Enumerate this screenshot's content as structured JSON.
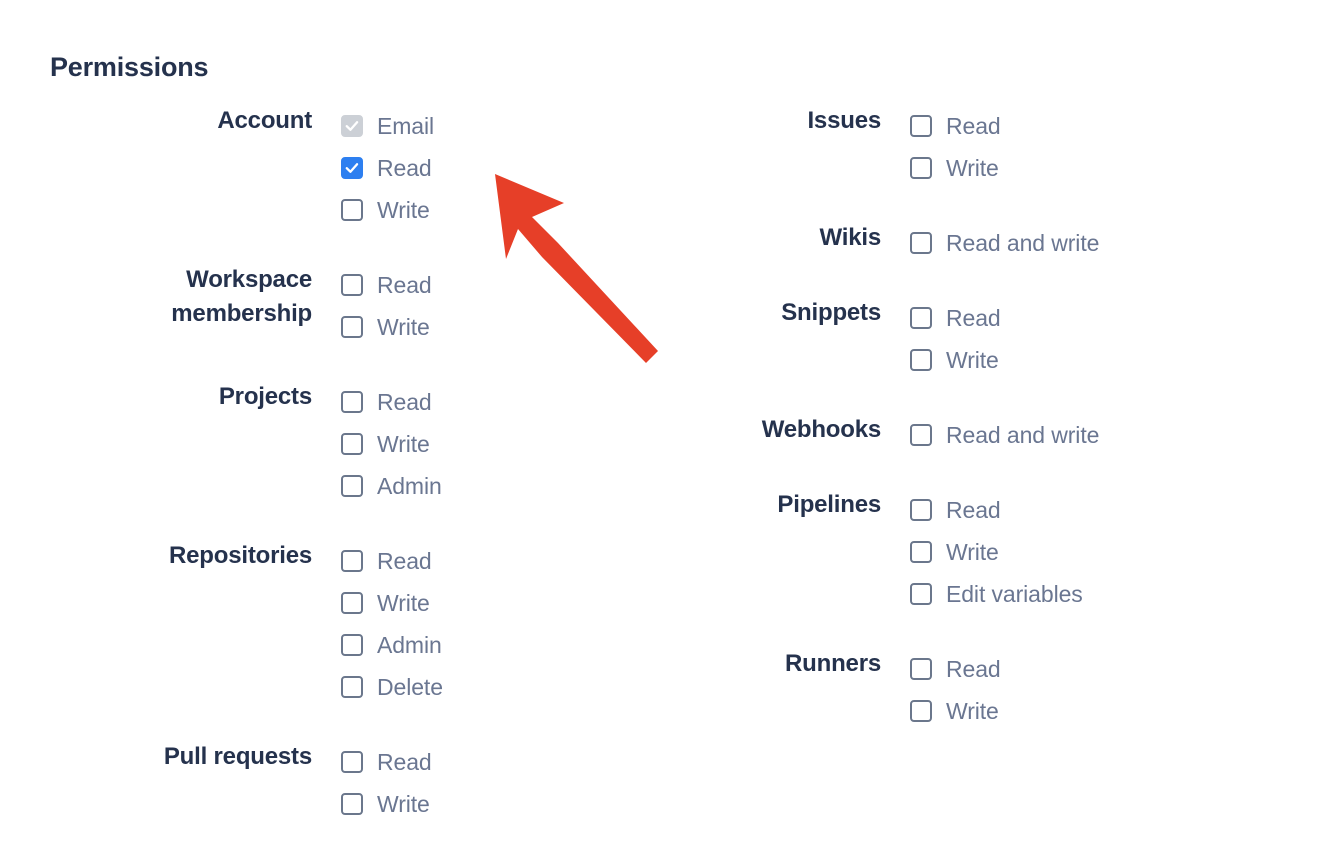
{
  "page": {
    "title": "Permissions",
    "accent_blue": "#2d7ff0",
    "label_color": "#25324d",
    "option_color": "#6a7691",
    "checkbox_border": "#6b778c",
    "disabled_checkbox": "#ccd0d6",
    "annotation_color": "#e63f28"
  },
  "columns": {
    "left": [
      {
        "label": "Account",
        "label_lines": [
          "Account"
        ],
        "options": [
          {
            "label": "Email",
            "state": "disabled-checked"
          },
          {
            "label": "Read",
            "state": "checked"
          },
          {
            "label": "Write",
            "state": "unchecked"
          }
        ]
      },
      {
        "label": "Workspace membership",
        "label_lines": [
          "Workspace",
          "membership"
        ],
        "options": [
          {
            "label": "Read",
            "state": "unchecked"
          },
          {
            "label": "Write",
            "state": "unchecked"
          }
        ]
      },
      {
        "label": "Projects",
        "label_lines": [
          "Projects"
        ],
        "options": [
          {
            "label": "Read",
            "state": "unchecked"
          },
          {
            "label": "Write",
            "state": "unchecked"
          },
          {
            "label": "Admin",
            "state": "unchecked"
          }
        ]
      },
      {
        "label": "Repositories",
        "label_lines": [
          "Repositories"
        ],
        "options": [
          {
            "label": "Read",
            "state": "unchecked"
          },
          {
            "label": "Write",
            "state": "unchecked"
          },
          {
            "label": "Admin",
            "state": "unchecked"
          },
          {
            "label": "Delete",
            "state": "unchecked"
          }
        ]
      },
      {
        "label": "Pull requests",
        "label_lines": [
          "Pull requests"
        ],
        "options": [
          {
            "label": "Read",
            "state": "unchecked"
          },
          {
            "label": "Write",
            "state": "unchecked"
          }
        ]
      }
    ],
    "right": [
      {
        "label": "Issues",
        "label_lines": [
          "Issues"
        ],
        "options": [
          {
            "label": "Read",
            "state": "unchecked"
          },
          {
            "label": "Write",
            "state": "unchecked"
          }
        ]
      },
      {
        "label": "Wikis",
        "label_lines": [
          "Wikis"
        ],
        "options": [
          {
            "label": "Read and write",
            "state": "unchecked"
          }
        ]
      },
      {
        "label": "Snippets",
        "label_lines": [
          "Snippets"
        ],
        "options": [
          {
            "label": "Read",
            "state": "unchecked"
          },
          {
            "label": "Write",
            "state": "unchecked"
          }
        ]
      },
      {
        "label": "Webhooks",
        "label_lines": [
          "Webhooks"
        ],
        "options": [
          {
            "label": "Read and write",
            "state": "unchecked"
          }
        ]
      },
      {
        "label": "Pipelines",
        "label_lines": [
          "Pipelines"
        ],
        "options": [
          {
            "label": "Read",
            "state": "unchecked"
          },
          {
            "label": "Write",
            "state": "unchecked"
          },
          {
            "label": "Edit variables",
            "state": "unchecked"
          }
        ]
      },
      {
        "label": "Runners",
        "label_lines": [
          "Runners"
        ],
        "options": [
          {
            "label": "Read",
            "state": "unchecked"
          },
          {
            "label": "Write",
            "state": "unchecked"
          }
        ]
      }
    ]
  },
  "annotation": {
    "type": "arrow",
    "points_at": "Account Read checkbox",
    "color": "#e63f28"
  }
}
